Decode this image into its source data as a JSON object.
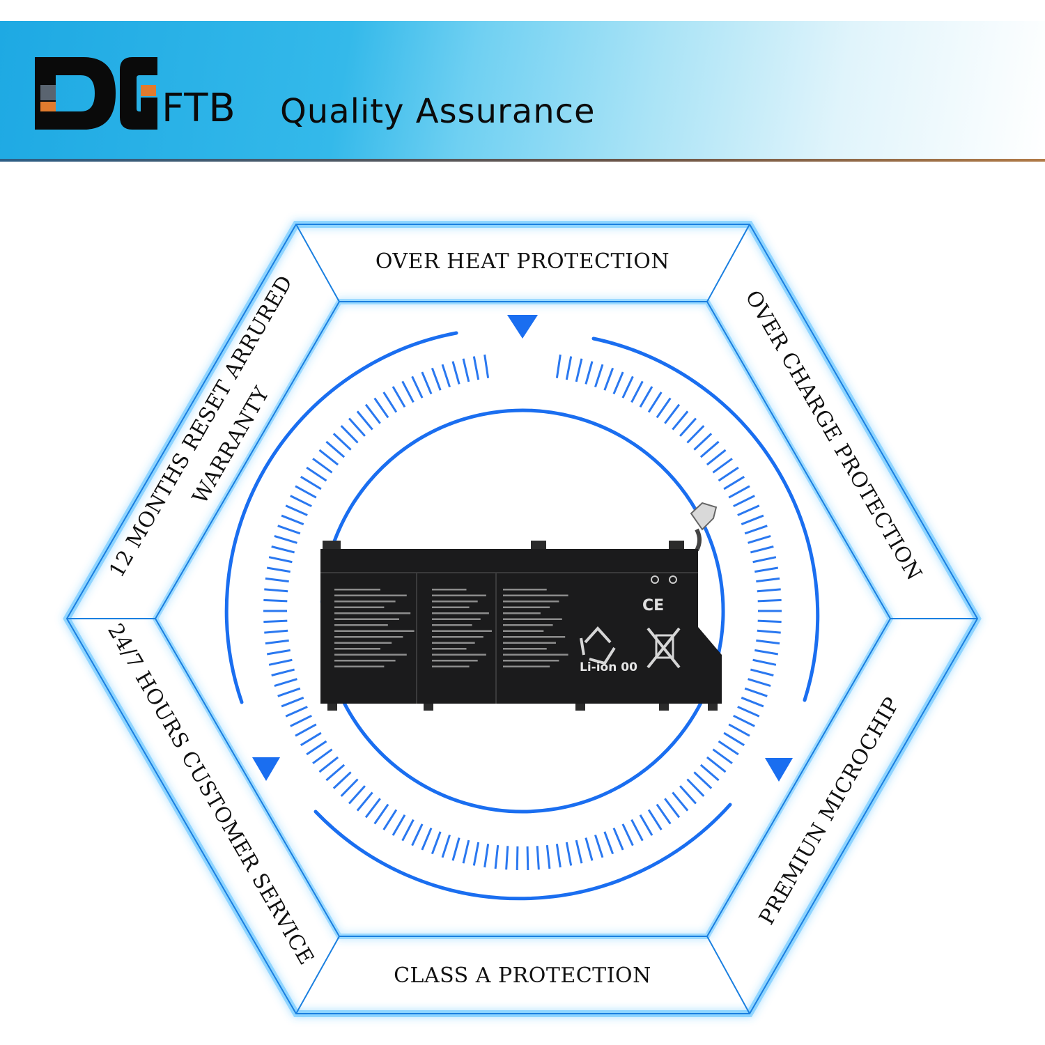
{
  "brand": {
    "logo_text": "DG",
    "suffix": "FTB",
    "tagline": "Quality Assurance"
  },
  "features": {
    "top": "OVER HEAT PROTECTION",
    "upper_right": "OVER CHARGE PROTECTION",
    "lower_right": "PREMIUN MICROCHIP",
    "bottom": "CLASS A PROTECTION",
    "lower_left": "24/7 HOURS CUSTOMER SERVICE",
    "upper_left_line1": "12 MONTHS RESET ARRURED",
    "upper_left_line2": "WARRANTY"
  },
  "battery": {
    "chemistry_label": "Li-ion 00"
  },
  "colors": {
    "accent_blue": "#1a6ef0",
    "glow_blue": "#3fb6ff",
    "banner_blue": "#1ea9e3"
  }
}
